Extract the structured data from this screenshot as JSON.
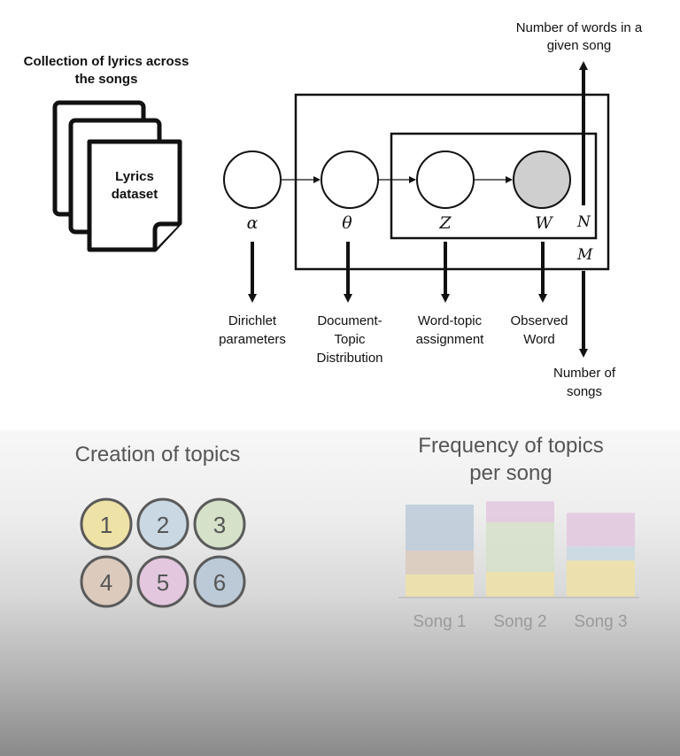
{
  "top": {
    "collection_title": [
      "Collection of lyrics across",
      "the songs"
    ],
    "dataset_label": [
      "Lyrics",
      "dataset"
    ],
    "nodes": [
      {
        "symbol": "α",
        "label": [
          "Dirichlet",
          "parameters"
        ]
      },
      {
        "symbol": "θ",
        "label": [
          "Document-",
          "Topic",
          "Distribution"
        ]
      },
      {
        "symbol": "Z",
        "label": [
          "Word-topic",
          "assignment"
        ]
      },
      {
        "symbol": "W",
        "label": [
          "Observed",
          "Word"
        ]
      }
    ],
    "plate_inner": "N",
    "plate_outer": "M",
    "n_annotation": [
      "Number of words in a",
      "given song"
    ],
    "m_annotation": [
      "Number of",
      "songs"
    ]
  },
  "bottom": {
    "topics_title": "Creation of topics",
    "topics": [
      {
        "number": "1",
        "color": "#eee2a6"
      },
      {
        "number": "2",
        "color": "#c9d8e3"
      },
      {
        "number": "3",
        "color": "#d5e1c9"
      },
      {
        "number": "4",
        "color": "#dccabc"
      },
      {
        "number": "5",
        "color": "#e3c7de"
      },
      {
        "number": "6",
        "color": "#bccad8"
      }
    ],
    "freq_title": [
      "Frequency of topics",
      "per song"
    ],
    "chart_data": {
      "type": "bar",
      "stacked": true,
      "title": "Frequency of topics per song",
      "categories": [
        "Song 1",
        "Song 2",
        "Song 3"
      ],
      "grid": false,
      "series": [
        {
          "name": "1",
          "color": "#eee2a6",
          "values": [
            0.24,
            0.26,
            0.43
          ]
        },
        {
          "name": "2",
          "color": "#c9d8e3",
          "values": [
            0,
            0,
            0.17
          ]
        },
        {
          "name": "3",
          "color": "#d5e1c9",
          "values": [
            0,
            0.52,
            0
          ]
        },
        {
          "name": "4",
          "color": "#dccabc",
          "values": [
            0.26,
            0,
            0
          ]
        },
        {
          "name": "5",
          "color": "#e3c7de",
          "values": [
            0,
            0.22,
            0.4
          ]
        },
        {
          "name": "6",
          "color": "#bccad8",
          "values": [
            0.5,
            0,
            0
          ]
        }
      ]
    }
  }
}
